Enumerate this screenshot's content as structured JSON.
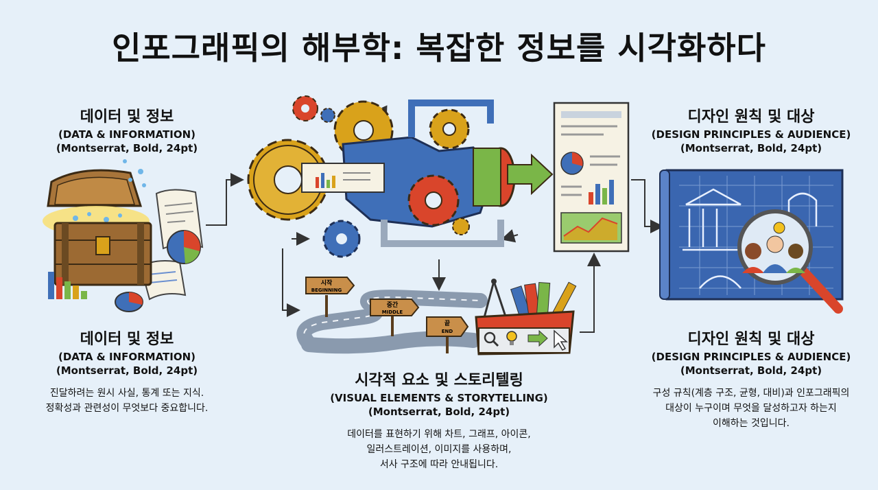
{
  "title": "인포그래픽의 해부학: 복잡한 정보를 시각화하다",
  "left_top": {
    "heading": "데이터 및 정보",
    "sub": "(DATA & INFORMATION)",
    "font": "(Montserrat, Bold, 24pt)"
  },
  "left_bottom": {
    "heading": "데이터 및 정보",
    "sub": "(DATA & INFORMATION)",
    "font": "(Montserrat, Bold, 24pt)",
    "desc1": "진달하려는 원시 사실, 통계 또는 지식.",
    "desc2": "정확성과 관련성이 무엇보다 중요합니다."
  },
  "center_bottom": {
    "heading": "시각적 요소 및 스토리텔링",
    "sub": "(VISUAL ELEMENTS & STORYTELLING)",
    "font": "(Montserrat, Bold, 24pt)",
    "desc1": "데이터를 표현하기 위해 차트, 그래프, 아이콘,",
    "desc2": "일러스트레이션, 이미지를 사용하며,",
    "desc3": "서사 구조에 따라 안내됩니다."
  },
  "right_top": {
    "heading": "디자인 원칙 및 대상",
    "sub": "(DESIGN PRINCIPLES & AUDIENCE)",
    "font": "(Montserrat, Bold, 24pt)"
  },
  "right_bottom": {
    "heading": "디자인 원칙 및 대상",
    "sub": "(DESIGN PRINCIPLES & AUDIENCE)",
    "font": "(Montserrat, Bold, 24pt)",
    "desc1": "구성 규칙(계층 구조, 균형, 대비)과 인포그래픽의",
    "desc2": "대상이 누구이며 무엇을 달성하고자 하는지",
    "desc3": "이해하는 것입니다."
  },
  "signs": {
    "start_ko": "시작",
    "start_en": "BEGINNING",
    "mid_ko": "중간",
    "mid_en": "MIDDLE",
    "end_ko": "끝",
    "end_en": "END"
  },
  "colors": {
    "gear": "#d9a21b",
    "blue": "#3f6fb8",
    "red": "#d9452b",
    "green": "#7ab648",
    "blueprint": "#3a66b0"
  }
}
